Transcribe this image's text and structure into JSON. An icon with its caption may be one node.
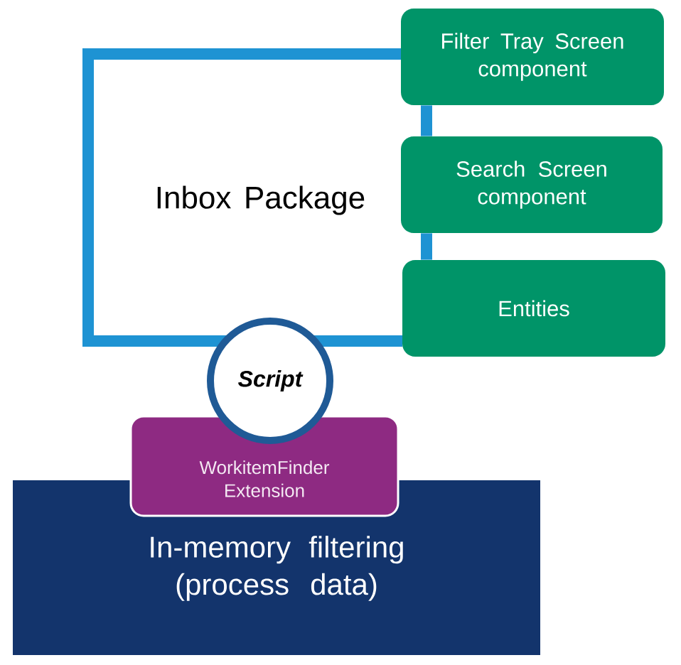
{
  "diagram": {
    "nodes": [
      {
        "text": [
          "Inbox Package"
        ]
      },
      {
        "text": [
          "Filter Tray Screen component"
        ]
      },
      {
        "text": [
          "Search Screen component"
        ]
      },
      {
        "text": [
          "Entities"
        ]
      },
      {
        "text": [
          "Script"
        ]
      },
      {
        "text": [
          "WorkitemFinder Extension"
        ]
      },
      {
        "text": [
          "In-memory filtering (process data)"
        ]
      }
    ],
    "edges": [
      {
        "from": 1,
        "to": 2,
        "arrow": "none"
      },
      {
        "from": 2,
        "to": 3,
        "arrow": "none"
      }
    ]
  }
}
